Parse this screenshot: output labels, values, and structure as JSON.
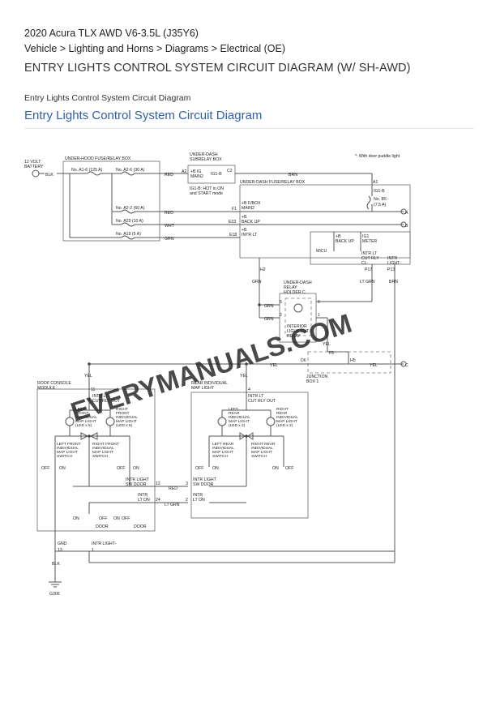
{
  "header": {
    "vehicle_line": "2020 Acura TLX AWD V6-3.5L (J35Y6)",
    "breadcrumb": "Vehicle > Lighting and Horns > Diagrams > Electrical (OE)",
    "page_title": "ENTRY LIGHTS CONTROL SYSTEM CIRCUIT DIAGRAM (W/ SH-AWD)",
    "small_title": "Entry Lights Control System Circuit Diagram",
    "section_title": "Entry Lights Control System Circuit Diagram"
  },
  "diagram": {
    "note": "*: With door puddle light",
    "watermark": "EVERYMANUALS.COM",
    "battery": [
      "12 VOLT",
      "BATTERY"
    ],
    "boxes": {
      "fuse_relay": "UNDER-HOOD FUSE/RELAY BOX",
      "subrelay": [
        "UNDER-DASH",
        "SUBRELAY BOX"
      ],
      "underdash_fuse": "UNDER-DASH FUSE/RELAY BOX",
      "relay_holder": [
        "UNDER-DASH",
        "RELAY",
        "HOLDER C"
      ],
      "junction": [
        "JUNCTION",
        "BOX 1"
      ],
      "roof_console": [
        "ROOF CONSOLE",
        "MODULE"
      ],
      "rear_map": [
        "REAR INDIVIDUAL",
        "MAP LIGHT"
      ]
    },
    "fuses": [
      "No. A1-6 (125 A)",
      "No. A2-6 (30 A)",
      "No. A2-2 (60 A)",
      "No. A29 (10 A)",
      "No. A19 (5 A)",
      "No. B5",
      "(7.5 A)"
    ],
    "wires": {
      "blk": "BLK",
      "red": "RED",
      "brn": "BRN",
      "wht": "WHT",
      "grn": "GRN",
      "yel": "YEL",
      "lt_grn": "LT GRN",
      "lt_grn_sp": "LT GRN"
    },
    "pins": {
      "a2": "A2",
      "c2": "C2",
      "a1": "A1",
      "f1": "F1",
      "e23": "E23",
      "e18": "E18",
      "h2": "H2",
      "p17": "P17",
      "p13": "P13",
      "d6": "D6",
      "f5": "F5",
      "h5": "H5",
      "p5": "5",
      "p6": "6",
      "p2": "2",
      "p1": "1",
      "p11": "11",
      "p4": "4",
      "p12": "12",
      "p24": "24",
      "p3": "3",
      "p2b": "2",
      "p13b": "13",
      "p1b": "1",
      "a": "A",
      "b": "B",
      "c": "C"
    },
    "labels": {
      "ig1_main2": [
        "+B IG",
        "MAIN2"
      ],
      "ig1b_sub": "IG1-B",
      "ig1b_hot": [
        "IG1-B: HOT in ON",
        "and START mode"
      ],
      "ig1b_r": "IG1-B",
      "fbox": [
        "+B F/BOX",
        "MAIN2"
      ],
      "backup": [
        "+B",
        "BACK UP"
      ],
      "intr_lt": [
        "+B",
        "INTR LT"
      ],
      "micu": "MICU",
      "backup2": [
        "+B",
        "BACK UP"
      ],
      "ig1_meter": [
        "IG1",
        "METER"
      ],
      "intr_cut": [
        "INTR LT",
        "CUT RLY",
        "CL-"
      ],
      "intr_light": [
        "INTR",
        "LIGHT-"
      ],
      "relay_name": [
        "INTERIOR",
        "LIGHT CUT",
        "RELAY"
      ],
      "roof_intr": [
        "INTR LT",
        "CUT RLY OUT"
      ],
      "rear_intr": [
        "INTR LT",
        "CUT RLY OUT"
      ],
      "lf_light": [
        "LEFT",
        "FRONT",
        "INDIVIDUAL",
        "MAP LIGHT",
        "(LED x 5)"
      ],
      "rf_light": [
        "RIGHT",
        "FRONT",
        "INDIVIDUAL",
        "MAP LIGHT",
        "(LED x 5)"
      ],
      "lr_light": [
        "LEFT",
        "REAR",
        "INDIVIDUAL",
        "MAP LIGHT",
        "(LED x 2)"
      ],
      "rr_light": [
        "RIGHT",
        "REAR",
        "INDIVIDUAL",
        "MAP LIGHT",
        "(LED x 2)"
      ],
      "lf_switch": [
        "LEFT FRONT",
        "INDIVIDUAL",
        "MAP LIGHT",
        "SWITCH"
      ],
      "rf_switch": [
        "RIGHT FRONT",
        "INDIVIDUAL",
        "MAP LIGHT",
        "SWITCH"
      ],
      "lr_switch": [
        "LEFT REAR",
        "INDIVIDUAL",
        "MAP LIGHT",
        "SWITCH"
      ],
      "rr_switch": [
        "RIGHT REAR",
        "INDIVIDUAL",
        "MAP LIGHT",
        "SWITCH"
      ],
      "sw_door": [
        "INTR LIGHT",
        "SW DOOR"
      ],
      "lt_on": [
        "INTR",
        "LT ON"
      ],
      "sw_door_r": [
        "INTR LIGHT",
        "SW DOOR"
      ],
      "lt_on_r": [
        "INTR",
        "LT ON"
      ],
      "off": "OFF",
      "on": "ON",
      "door": "DOOR",
      "gnd": "GND",
      "intr_minus": "INTR LIGHT-",
      "g306": "G306"
    }
  }
}
